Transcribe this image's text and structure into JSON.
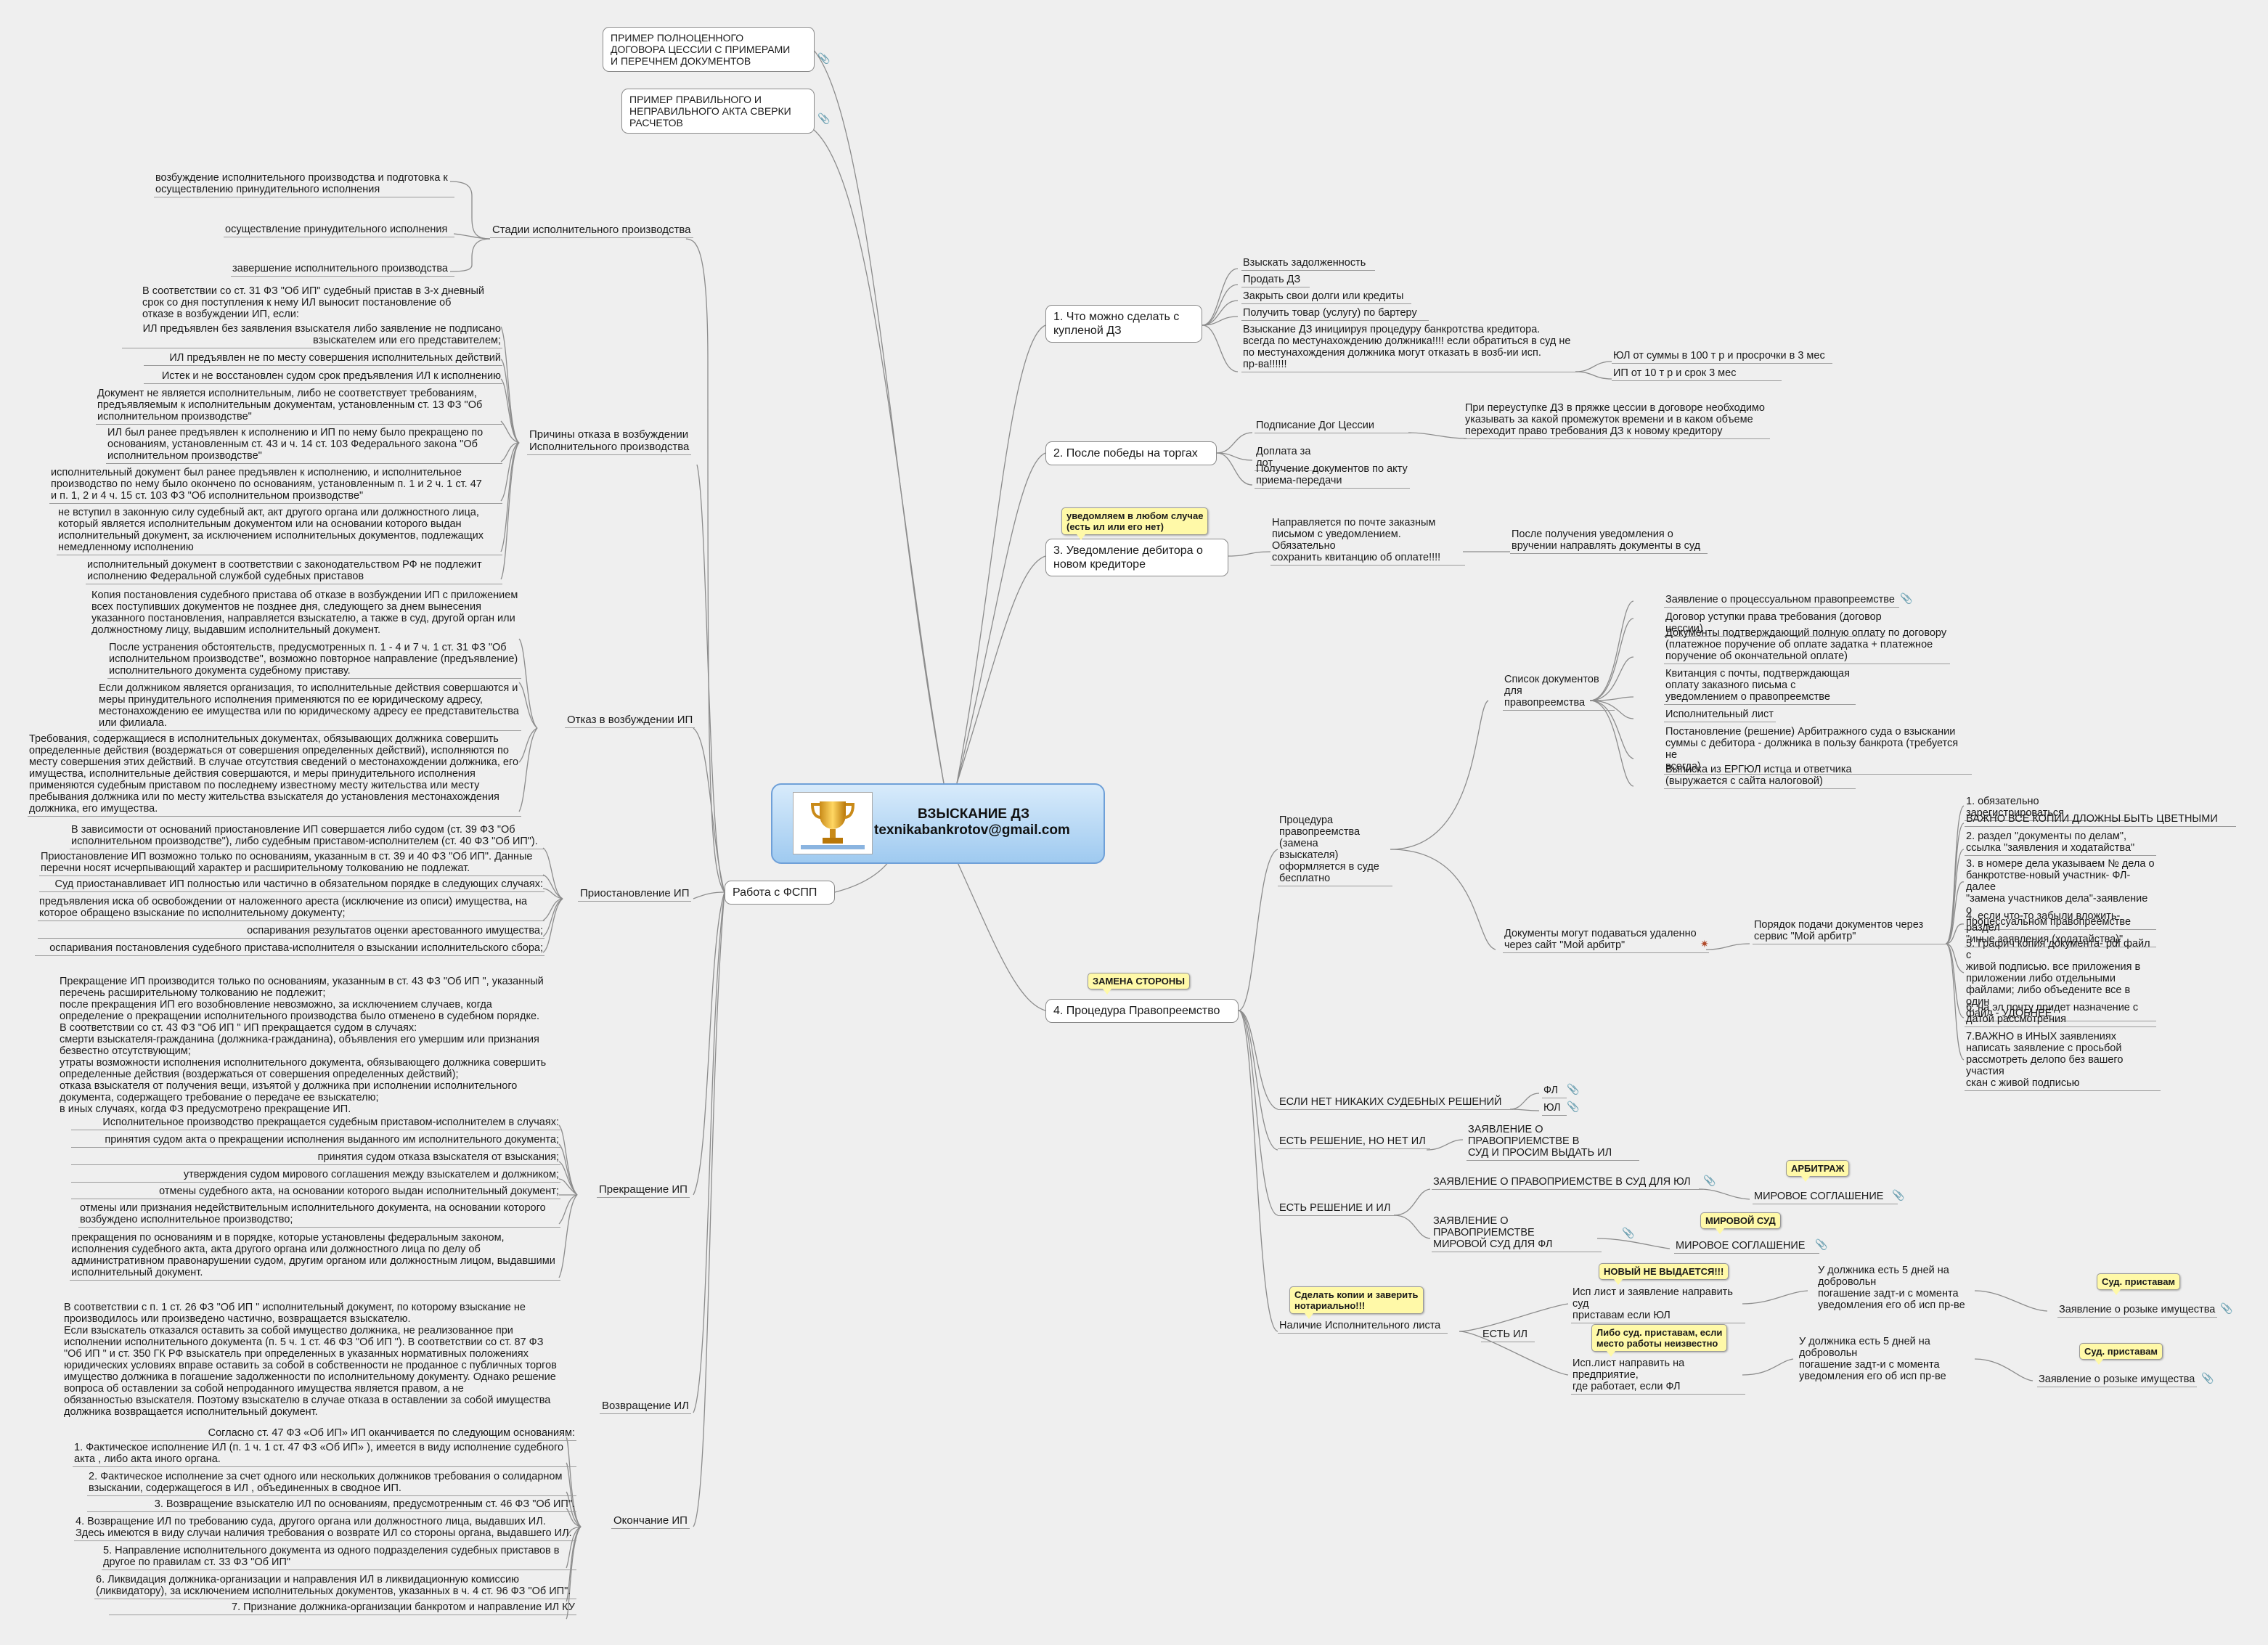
{
  "center": {
    "title": "ВЗЫСКАНИЕ ДЗ",
    "email": "texnikabankrotov@gmail.com"
  },
  "icons": {
    "attachment": "paperclip-icon",
    "trophy": "trophy-icon",
    "pin": "pin-icon"
  },
  "colors": {
    "center_fill": "#bcdcf6",
    "center_border": "#6fa0d8",
    "callout": "#fff9a8",
    "lines": "#8c8c8c"
  },
  "boxes": {
    "top1": "ПРИМЕР ПОЛНОЦЕННОГО\nДОГОВОРА ЦЕССИИ  С ПРИМЕРАМИ\nИ ПЕРЕЧНЕМ ДОКУМЕНТОВ",
    "top2": "ПРИМЕР ПРАВИЛЬНОГО И\nНЕПРАВИЛЬНОГО АКТА СВЕРКИ\nРАСЧЕТОВ",
    "r1": "1. Что можно сделать с\nкупленой ДЗ",
    "r2": "2. После победы на торгах",
    "r3": "3. Уведомление дебитора о\nновом кредиторе",
    "r4": "4. Процедура Правопреемство",
    "fssp": "Работа с ФСПП"
  },
  "callouts": {
    "c_notify": "уведомляем в любом случае\n(есть ил или его нет)",
    "c_sides": "ЗАМЕНА СТОРОНЫ",
    "c_arb": "АРБИТРАЖ",
    "c_mir": "МИРОВОЙ СУД",
    "c_copies": "Сделать копии и заверить\nнотариально!!!",
    "c_notgiven": "НОВЫЙ НЕ ВЫДАЕТСЯ!!!",
    "c_either": "Либо суд. приставам, если\nместо работы неизвестно",
    "c_bail1": "Суд. приставам",
    "c_bail2": "Суд. приставам"
  },
  "left": {
    "stages": {
      "label": "Стадии исполнительного производства",
      "items": [
        "возбуждение исполнительного производства и подготовка к\nосуществлению принудительного исполнения",
        "осуществление принудительного исполнения",
        "завершение исполнительного производства"
      ]
    },
    "refusal": {
      "label": "Причины отказа в возбуждении\nИсполнительного производства",
      "intro": "В соответствии со ст. 31 ФЗ \"Об ИП\" судебный пристав в 3-х дневный\nсрок со дня поступления к нему ИЛ выносит постановление об\nотказе в возбуждении ИП, если:",
      "items": [
        "ИЛ предъявлен без заявления взыскателя либо заявление не подписано\nвзыскателем или его представителем;",
        "ИЛ предъявлен не по месту совершения исполнительных действий",
        "Истек и не восстановлен судом срок предъявления ИЛ к исполнению",
        "Документ не является исполнительным, либо не соответствует требованиям,\nпредъявляемым к исполнительным документам, установленным ст. 13 ФЗ \"Об\nисполнительном производстве\"",
        "ИЛ был ранее предъявлен к исполнению и ИП по нему было прекращено по\nоснованиям, установленным ст. 43 и ч. 14 ст. 103 Федерального закона \"Об\nисполнительном производстве\"",
        "исполнительный документ был ранее предъявлен к исполнению, и исполнительное\nпроизводство по нему было окончено по основаниям, установленным п. 1 и 2 ч. 1 ст. 47\nи п. 1, 2 и 4 ч. 15 ст. 103 ФЗ \"Об исполнительном производстве\"",
        "не вступил в законную силу судебный акт, акт другого органа или должностного лица,\nкоторый является исполнительным документом или на основании которого выдан\nисполнительный документ, за исключением исполнительных документов, подлежащих\nнемедленному исполнению",
        "исполнительный документ в соответствии с законодательством РФ не подлежит\nисполнению Федеральной службой судебных приставов"
      ]
    },
    "otkaz": {
      "label": "Отказ в возбуждении ИП",
      "items": [
        "Копия постановления судебного пристава об отказе в возбуждении ИП с приложением\nвсех поступивших документов не позднее дня, следующего за днем вынесения\nуказанного постановления, направляется взыскателю, а также в суд, другой орган или\nдолжностному лицу, выдавшим исполнительный документ.",
        "После устранения обстоятельств, предусмотренных п. 1 - 4 и 7 ч. 1 ст. 31 ФЗ \"Об\nисполнительном производстве\", возможно повторное направление (предъявление)\nисполнительного документа судебному приставу.",
        "Если должником является организация, то исполнительные действия совершаются и\nмеры принудительного исполнения применяются по ее юридическому адресу,\nместонахождению ее имущества или по юридическому адресу ее представительства\nили филиала.",
        "Требования, содержащиеся в исполнительных документах, обязывающих должника совершить\nопределенные действия (воздержаться от совершения определенных действий), исполняются по\nместу совершения этих действий. В случае отсутствия сведений о местонахождении должника, его\nимущества, исполнительные действия совершаются, и меры принудительного исполнения\nприменяются судебным приставом по последнему известному месту жительства или месту\nпребывания должника или по месту жительства взыскателя до установления местонахождения\nдолжника, его имущества."
      ]
    },
    "suspend": {
      "label": "Приостановление ИП",
      "items": [
        "В зависимости от оснований приостановление ИП совершается либо судом (ст. 39 ФЗ \"Об\nисполнительном производстве\"), либо судебным приставом-исполнителем (ст. 40 ФЗ \"Об ИП\").",
        "Приостановление ИП возможно только по основаниям, указанным в ст. 39 и 40 ФЗ \"Об ИП\". Данные\nперечни носят исчерпывающий характер и расширительному толкованию не подлежат.",
        "Суд приостанавливает ИП полностью или частично в обязательном порядке в следующих случаях:",
        "предъявления иска об освобождении от наложенного ареста (исключение из описи) имущества, на\nкоторое обращено взыскание по исполнительному документу;",
        "оспаривания результатов оценки арестованного имущества;",
        "оспаривания постановления судебного пристава-исполнителя о взыскании исполнительского сбора;"
      ]
    },
    "terminate": {
      "label": "Прекращение ИП",
      "intro": "Прекращение ИП производится только по основаниям, указанным в ст. 43 ФЗ \"Об ИП \", указанный\nперечень расширительному толкованию не подлежит;\nпосле прекращения ИП его возобновление невозможно, за исключением случаев, когда\nопределение о прекращении исполнительного производства было отменено в судебном порядке.\nВ соответствии со ст. 43 ФЗ \"Об ИП \" ИП прекращается судом в случаях:\nсмерти взыскателя-гражданина (должника-гражданина), объявления его умершим или признания\nбезвестно отсутствующим;\nутраты возможности исполнения исполнительного документа, обязывающего должника совершить\nопределенные действия (воздержаться от совершения определенных действий);\nотказа взыскателя от получения вещи, изъятой у должника при исполнении исполнительного\nдокумента, содержащего требование о передаче ее взыскателю;\nв иных случаях, когда ФЗ предусмотрено прекращение ИП.",
      "items": [
        "Исполнительное производство прекращается судебным приставом-исполнителем в случаях:",
        "принятия судом акта о прекращении исполнения выданного им исполнительного документа;",
        "принятия судом отказа взыскателя от взыскания;",
        "утверждения судом мирового соглашения между взыскателем и должником;",
        "отмены судебного акта, на основании которого выдан исполнительный документ;",
        "отмены или признания недействительным исполнительного документа, на основании которого\nвозбуждено исполнительное производство;",
        "прекращения по основаниям и в порядке, которые установлены федеральным законом,\nисполнения судебного акта, акта другого органа или должностного лица по делу об\nадминистративном правонарушении судом, другим органом или должностным лицом, выдавшими\nисполнительный документ."
      ]
    },
    "return": {
      "label": "Возвращение ИЛ",
      "text": "В соответствии с п. 1 ст. 26 ФЗ \"Об ИП \" исполнительный документ, по которому взыскание не\nпроизводилось или произведено частично, возвращается взыскателю.\nЕсли взыскатель отказался оставить за собой имущество должника, не реализованное при\nисполнении исполнительного документа (п. 5 ч. 1 ст. 46 ФЗ \"Об ИП \"). В соответствии со ст. 87 ФЗ\n\"Об ИП \" и ст. 350 ГК РФ взыскатель при определенных в указанных нормативных положениях\nюридических условиях вправе оставить за собой в собственности не проданное с публичных торгов\nимущество должника в погашение задолженности по исполнительному документу. Однако решение\nвопроса об оставлении за собой непроданного имущества является правом, а не\nобязанностью взыскателя. Поэтому взыскателю в случае отказа в оставлении за собой имущества\nдолжника возвращается исполнительный документ."
    },
    "finish": {
      "label": "Окончание ИП",
      "items": [
        "Согласно ст. 47 ФЗ «Об ИП» ИП оканчивается по следующим основаниям:",
        "1. Фактическое исполнение ИЛ (п. 1 ч. 1 ст. 47 ФЗ «Об ИП» ), имеется в виду исполнение судебного\nакта , либо акта иного органа.",
        "2. Фактическое исполнение за счет одного или нескольких должников требования о солидарном\nвзыскании, содержащегося в ИЛ , объединенных в сводное ИП.",
        "3. Возвращение взыскателю ИЛ по основаниям, предусмотренным ст. 46 ФЗ \"Об ИП\".",
        "4. Возвращение ИЛ по требованию суда, другого органа или должностного лица, выдавших ИЛ.\nЗдесь имеются в виду случаи наличия требования о возврате ИЛ со стороны органа, выдавшего ИЛ.",
        "5. Направление исполнительного документа из одного подразделения судебных приставов в\nдругое по правилам ст. 33 ФЗ \"Об ИП\"",
        "6. Ликвидация должника-организации и направления ИЛ в ликвидационную комиссию\n(ликвидатору), за исключением исполнительных документов, указанных в ч. 4 ст. 96 ФЗ \"Об ИП\".",
        "7. Признание должника-организации банкротом и направление ИЛ КУ"
      ]
    }
  },
  "right": {
    "r1_items": [
      "Взыскать задолженность",
      "Продать ДЗ",
      "Закрыть свои долги или кредиты",
      "Получить товар (услугу) по бартеру",
      "Взыскание ДЗ инициируя процедуру банкротства кредитора.\nвсегда по местунахождению должника!!!! если обратиться в суд не\nпо местунахождения должника могут отказать в возб-ии исп.\nпр-ва!!!!!!"
    ],
    "r1_sub": [
      "ЮЛ от суммы в 100 т р и просрочки в 3 мес",
      "ИП от 10 т р и срок 3 мес"
    ],
    "r2_items": [
      "Подписание Дог Цессии",
      "Доплата за лот",
      "Получение документов по акту\nприема-передачи"
    ],
    "r2_sub": "При переуступке ДЗ в пряжке цессии в договоре необходимо\nуказывать за какой промежуток времени и в каком объеме\nпереходит право требования ДЗ к новому кредитору",
    "r3_item": "Направляется по почте заказным\nписьмом с уведомлением. Обязательно\nсохранить квитанцию об оплате!!!!",
    "r3_sub": "После получения уведомления о\nвручении  направлять документы в суд",
    "r4": {
      "proc": "Процедура правопреемства (замена\nвзыскателя) оформляется в суде\nбесплатно",
      "doclist_label": "Список документов для\nправопреемства",
      "doclist": [
        "Заявление о процессуальном правопреемстве",
        "Договор уступки права требования (договор цессии)",
        "Документы подтверждающий полную оплату по договору\n(платежное поручение об оплате задатка + платежное\nпоручение об окончательной оплате)",
        "Квитанция с почты, подтверждающая\nоплату заказного письма с\nуведомлением о правопреемстве",
        "Исполнительный лист",
        "Постановление (решение)  Арбитражного суда о взыскании\nсуммы с дебитора - должника в пользу банкрота (требуется не\nвсегда)",
        "Выписка из ЕРГЮЛ истца и ответчика\n(выружается с сайта налоговой)"
      ],
      "remote": "Документы могут подаваться удаленно\nчерез сайт  \"Мой арбитр\"",
      "order": "Порядок подачи документов через\nсервис \"Мой арбитр\"",
      "steps": [
        "1. обязательно зарегистрироваться",
        "ВАЖНО ВСЕ КОПИИ ДЛОЖНЫ БЫТЬ ЦВЕТНЫМИ",
        "2. раздел \"документы по делам\",\nссылка \"заявления и ходатайства\"",
        "3. в номере дела указываем № дела о\nбанкротстве-новый участник- ФЛ-далее\n\"замена участников дела\"-заявление о\nпроцессуальном правопреемстве",
        "4. если что-то забыли вложить- раздел\n\"иные заявления (ходатайства)\"",
        "5. Графич копия документа- pdf файл с\nживой подписью. все приложения в\nприложении  либо отдельными\nфайлами; либо объедените все в один\nфайл - УДОБНЕЕ",
        "6. на эл почту придет назначение с\nдатой рассмотрения",
        "7.ВАЖНО в ИНЫХ заявлениях\nнаписать заявление с просьбой\nрассмотреть делопо без вашего участия\nскан с живой подписью"
      ],
      "no_dec": "ЕСЛИ НЕТ НИКАКИХ СУДЕБНЫХ РЕШЕНИЙ",
      "fl": "ФЛ",
      "yl": "ЮЛ",
      "dec_no_il": "ЕСТЬ РЕШЕНИЕ, НО НЕТ ИЛ",
      "dec_no_il_sub": "ЗАЯВЛЕНИЕ О ПРАВОПРИЕМСТВЕ В\nСУД И ПРОСИМ ВЫДАТЬ ИЛ",
      "dec_il": "ЕСТЬ РЕШЕНИЕ И ИЛ",
      "yl_app": "ЗАЯВЛЕНИЕ О ПРАВОПРИЕМСТВЕ В СУД  ДЛЯ ЮЛ",
      "yl_settle": "МИРОВОЕ СОГЛАШЕНИЕ",
      "fl_app": "ЗАЯВЛЕНИЕ О ПРАВОПРИЕМСТВЕ\nМИРОВОЙ СУД ДЛЯ ФЛ",
      "fl_settle": "МИРОВОЕ СОГЛАШЕНИЕ",
      "il_have": "Наличие Исполнительного листа",
      "il_yes": "ЕСТЬ ИЛ",
      "il_a": "Исп лист и заявление направить суд\nприставам если ЮЛ",
      "il_b": "Исп.лист направить на предприятие,\nгде работает, если ФЛ",
      "debtor_a": "У должника  есть 5 дней на добровольн\nпогашение задт-и с момента\nуведомления его об исп пр-ве",
      "debtor_b": "У должника  есть 5 дней на добровольн\nпогашение задт-и с момента\nуведомления его об исп пр-ве",
      "search_a": "Заявление о розыке имущества",
      "search_b": "Заявление о розыке имущества"
    }
  }
}
